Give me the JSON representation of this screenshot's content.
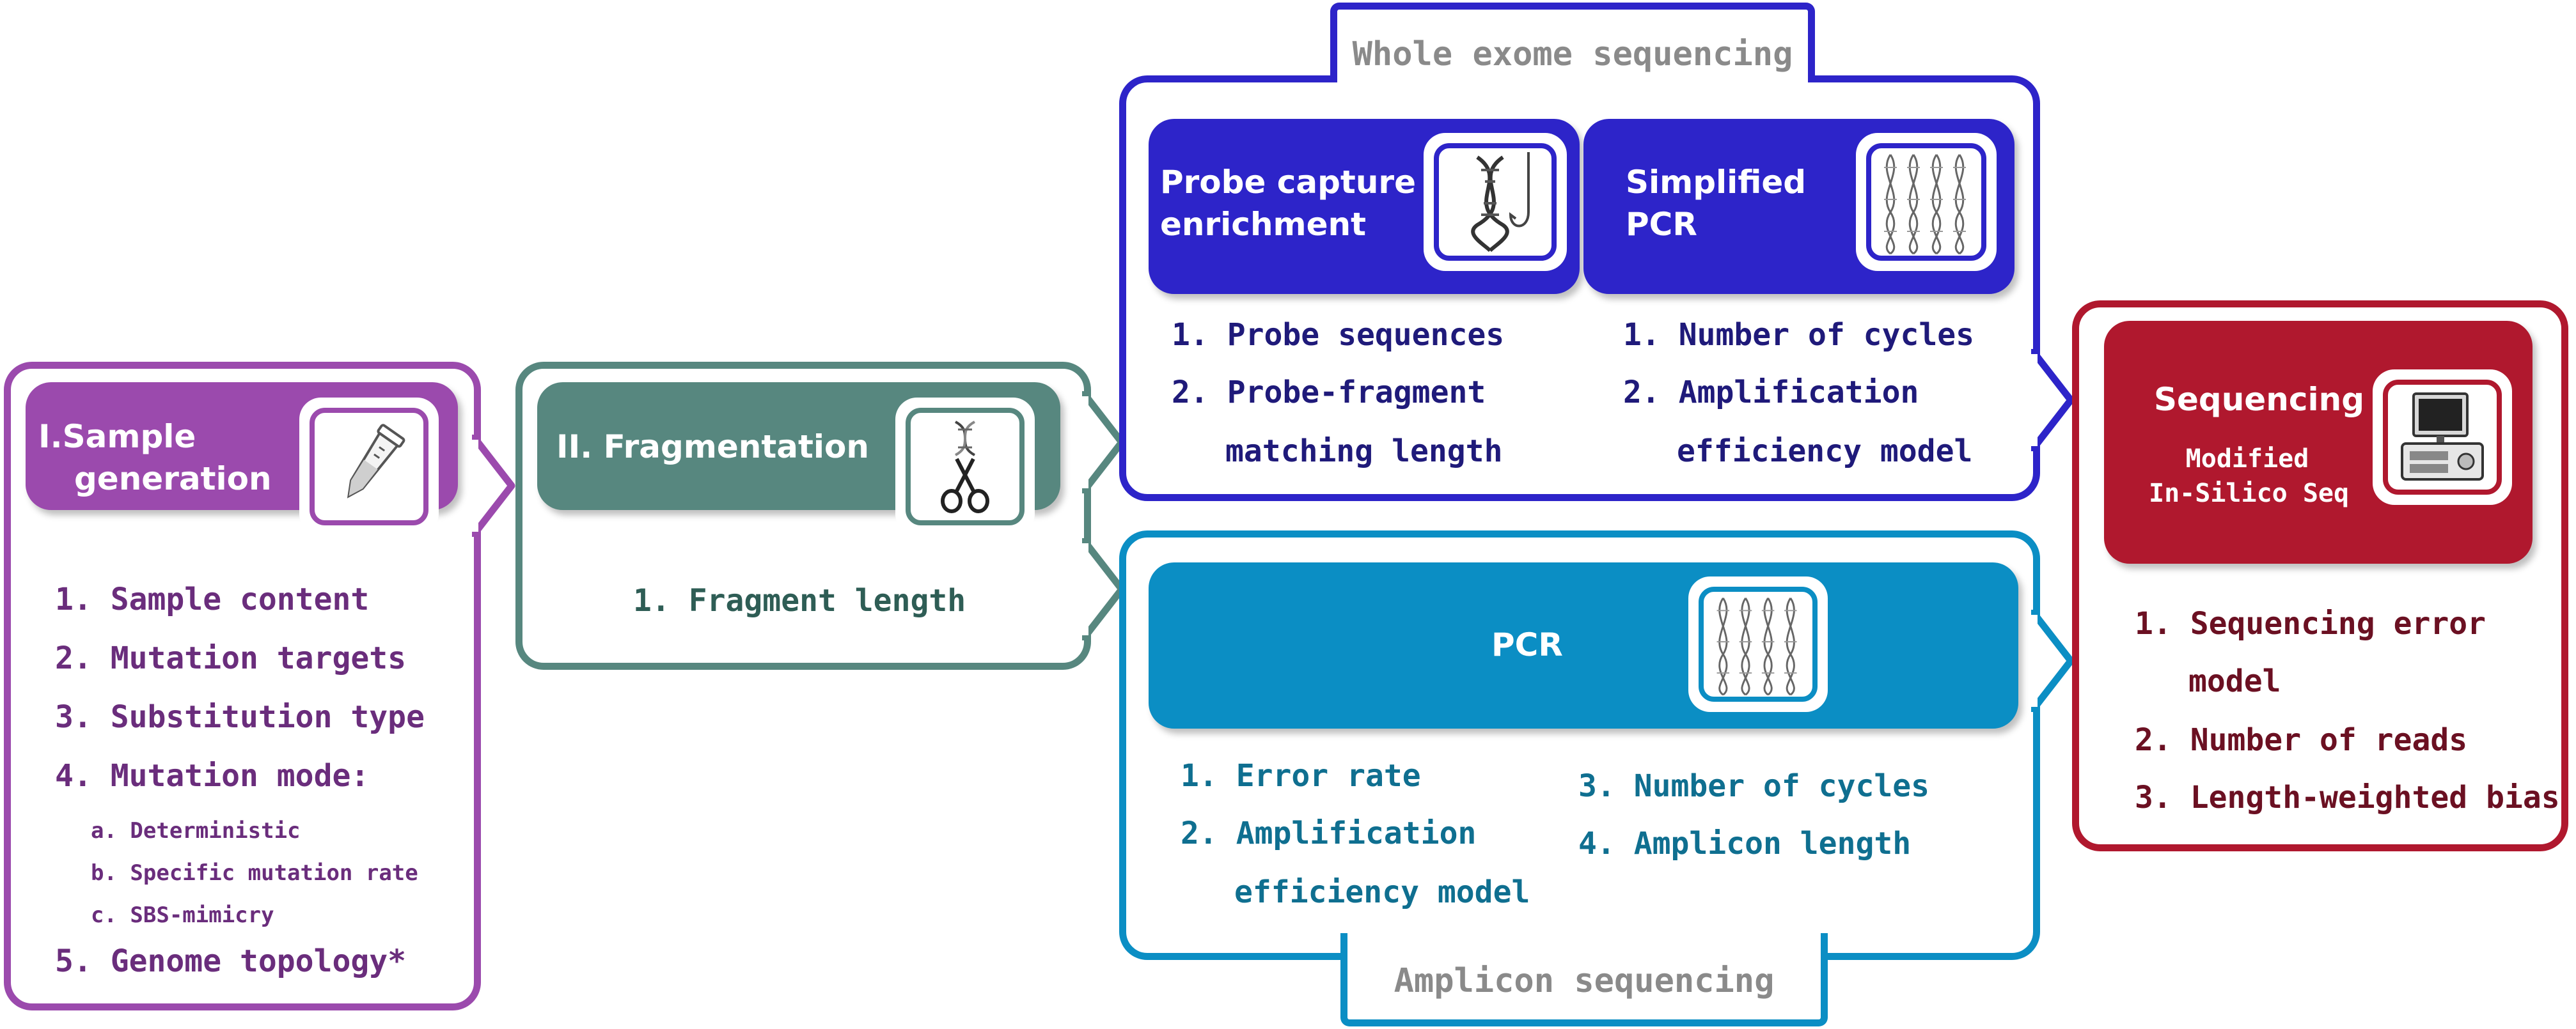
{
  "colors": {
    "sample": "#9b4aad",
    "sample_text": "#6a2d7c",
    "fragment": "#57877f",
    "fragment_text": "#2e5d55",
    "wes": "#2d24c9",
    "wes_text": "#1f1a7a",
    "amplicon": "#0b8ec4",
    "amplicon_text": "#0f6f90",
    "sequencing": "#b0182e",
    "sequencing_text": "#6b1022",
    "tab_text": "#8a8a8a"
  },
  "sample_generation": {
    "numeral": "I.",
    "title_line1": "Sample",
    "title_line2": "generation",
    "icon": "tube-icon",
    "items": [
      "1. Sample content",
      "2. Mutation targets",
      "3. Substitution type",
      "4. Mutation mode:"
    ],
    "subitems": [
      "a. Deterministic",
      "b. Specific mutation rate",
      "c. SBS-mimicry"
    ],
    "last_item": "5. Genome topology*"
  },
  "fragmentation": {
    "numeral": "II.",
    "title": "Fragmentation",
    "icon": "scissors-dna-icon",
    "items": [
      "1. Fragment length"
    ]
  },
  "whole_exome": {
    "tab_label": "Whole exome sequencing",
    "probe": {
      "title_line1": "Probe capture",
      "title_line2": "enrichment",
      "icon": "dna-hook-icon",
      "items": [
        "1. Probe sequences",
        "2. Probe-fragment",
        "matching length"
      ]
    },
    "pcr": {
      "title_line1": "Simplified",
      "title_line2": "PCR",
      "icon": "dna-strands-icon",
      "items": [
        "1. Number of cycles",
        "2. Amplification",
        "efficiency model"
      ]
    }
  },
  "amplicon": {
    "tab_label": "Amplicon sequencing",
    "pcr_title": "PCR",
    "icon": "dna-strands-icon",
    "items_left": [
      "1. Error rate",
      "2. Amplification",
      "efficiency model"
    ],
    "items_right": [
      "3. Number of cycles",
      "4. Amplicon length"
    ]
  },
  "sequencing": {
    "title": "Sequencing",
    "subtitle_line1": "Modified",
    "subtitle_line2": "In-Silico Seq",
    "icon": "sequencer-icon",
    "items": [
      "1. Sequencing error",
      "model",
      "2. Number of reads",
      "3. Length-weighted bias"
    ]
  }
}
